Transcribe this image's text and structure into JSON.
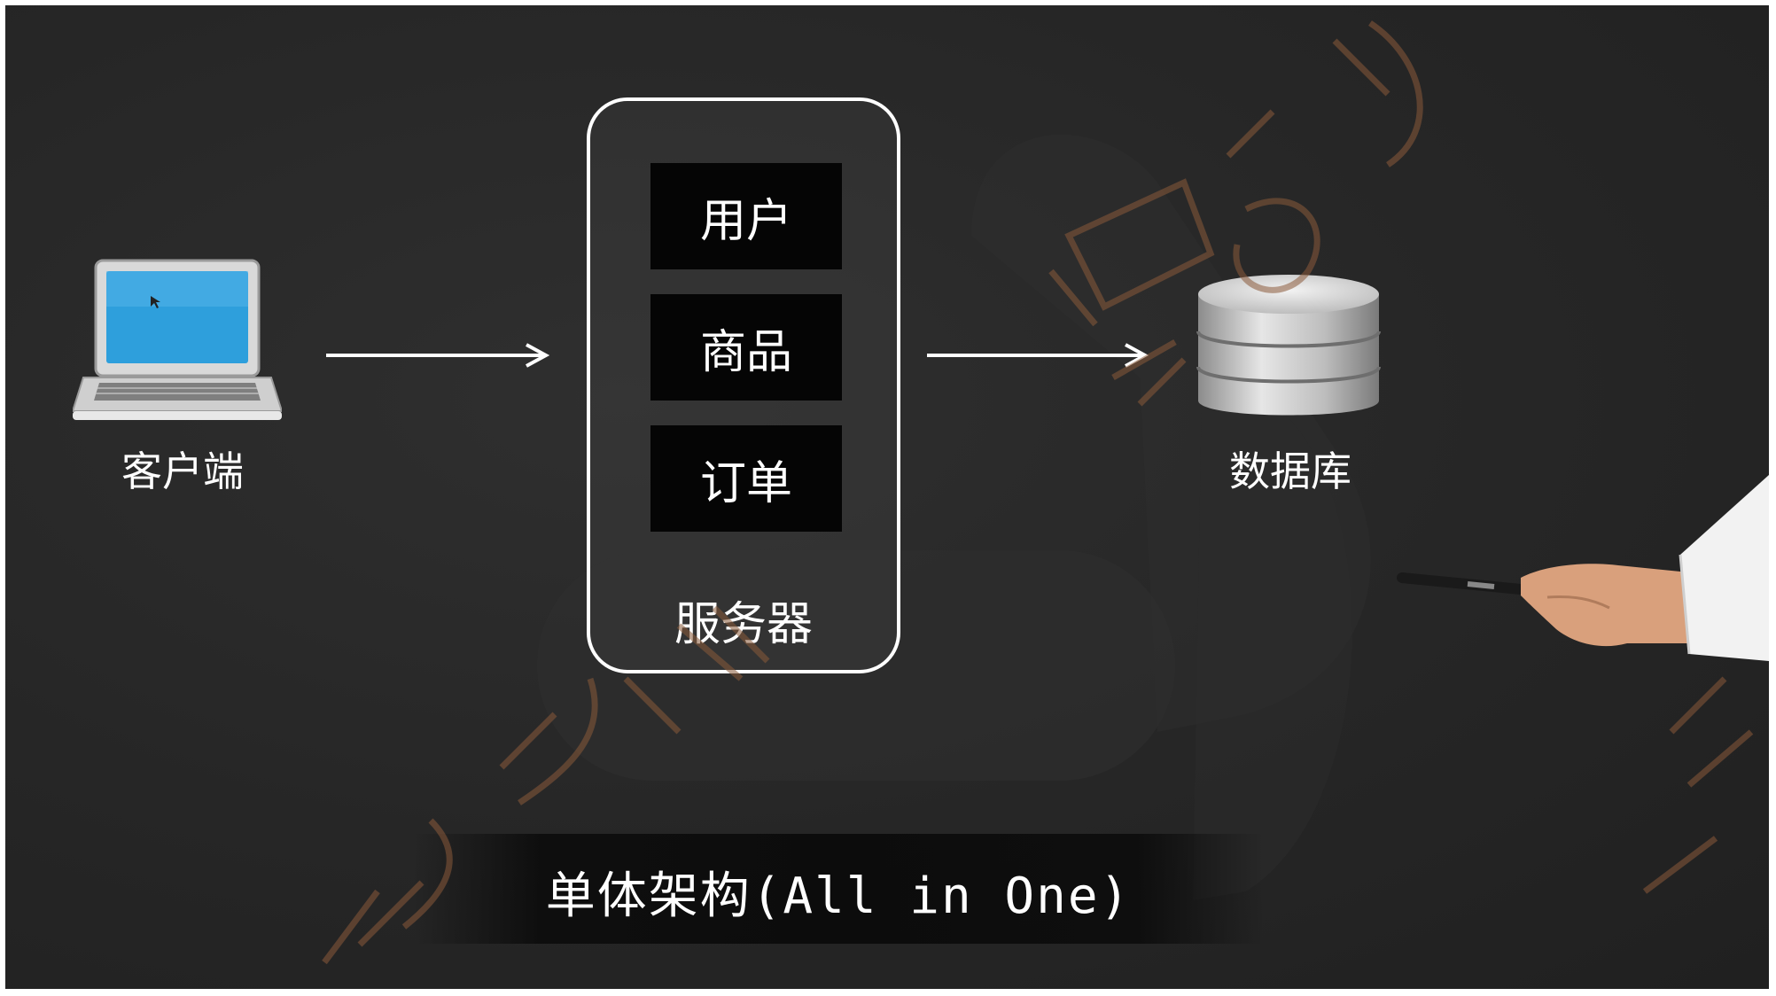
{
  "client": {
    "label": "客户端"
  },
  "server": {
    "modules": [
      "用户",
      "商品",
      "订单"
    ],
    "label": "服务器"
  },
  "database": {
    "label": "数据库"
  },
  "caption": "单体架构(All in One)",
  "colors": {
    "background": "#262626",
    "box_border": "#ffffff",
    "module_fill": "#050505",
    "text": "#ffffff",
    "watermark": "#8a5a3a"
  }
}
